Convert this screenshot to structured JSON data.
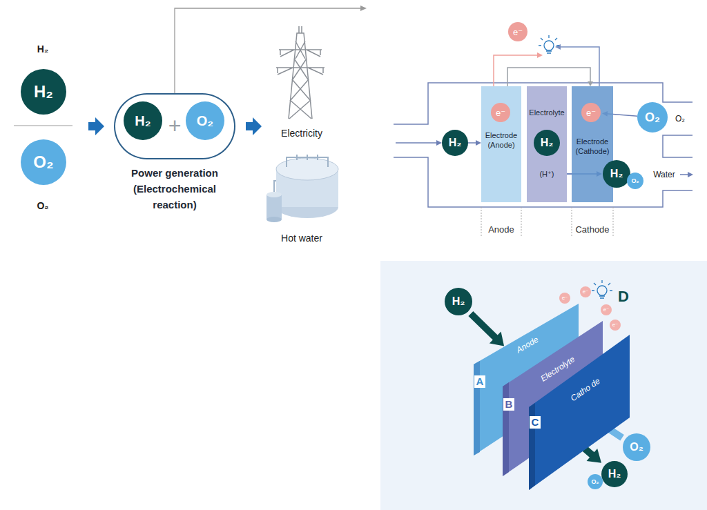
{
  "diagram": {
    "nodes": [
      {
        "text": [
          "H₂"
        ]
      },
      {
        "text": [
          "O₂"
        ]
      },
      {
        "text": [
          "+",
          "Power generation (Electrochemical reaction)"
        ]
      },
      {
        "text": [
          "H₂"
        ],
        "in": 2
      },
      {
        "text": [
          "O₂"
        ],
        "in": 2
      },
      {
        "text": [
          "e⁻"
        ]
      },
      {
        "text": [
          "H₂"
        ]
      },
      {
        "text": [
          "Electrode (Anode)"
        ]
      },
      {
        "text": [
          "e⁻"
        ],
        "in": 7
      },
      {
        "text": [
          "Electrolyte",
          "(H⁺)"
        ]
      },
      {
        "text": [
          "H₂"
        ],
        "in": 9
      },
      {
        "text": [
          "Electrode (Cathode)"
        ]
      },
      {
        "text": [
          "e⁻"
        ],
        "in": 11
      },
      {
        "text": [
          "O₂"
        ]
      },
      {
        "text": [
          "H₂"
        ]
      },
      {
        "text": [
          "O₂"
        ]
      },
      {
        "text": [
          "H₂"
        ]
      },
      {
        "text": [
          "e⁻"
        ]
      },
      {
        "text": [
          "e⁻"
        ]
      },
      {
        "text": [
          "e⁻"
        ]
      },
      {
        "text": [
          "e⁻"
        ]
      },
      {
        "text": [
          "Anode",
          "A"
        ]
      },
      {
        "text": [
          "Electrolyte",
          "B"
        ]
      },
      {
        "text": [
          "Catho de",
          "C"
        ]
      },
      {
        "text": [
          "O₂"
        ]
      },
      {
        "text": [
          "H₂"
        ]
      },
      {
        "text": [
          "O₂"
        ]
      }
    ],
    "edges": [
      {
        "from": 6,
        "to": 7,
        "arrow": "to"
      },
      {
        "from": 7,
        "to": 11,
        "arrow": "to"
      },
      {
        "from": 13,
        "to": 12,
        "arrow": "to"
      },
      {
        "from": 9,
        "to": 14,
        "arrow": "to"
      },
      {
        "from": 16,
        "to": 21,
        "arrow": "to"
      },
      {
        "from": 24,
        "to": 23,
        "arrow": "to"
      },
      {
        "from": 23,
        "to": 25,
        "arrow": "to"
      }
    ],
    "labels": [
      "H₂",
      "O₂",
      "Electricity",
      "Hot water",
      "O₂",
      "Water",
      "Anode",
      "Cathode",
      "D"
    ]
  }
}
